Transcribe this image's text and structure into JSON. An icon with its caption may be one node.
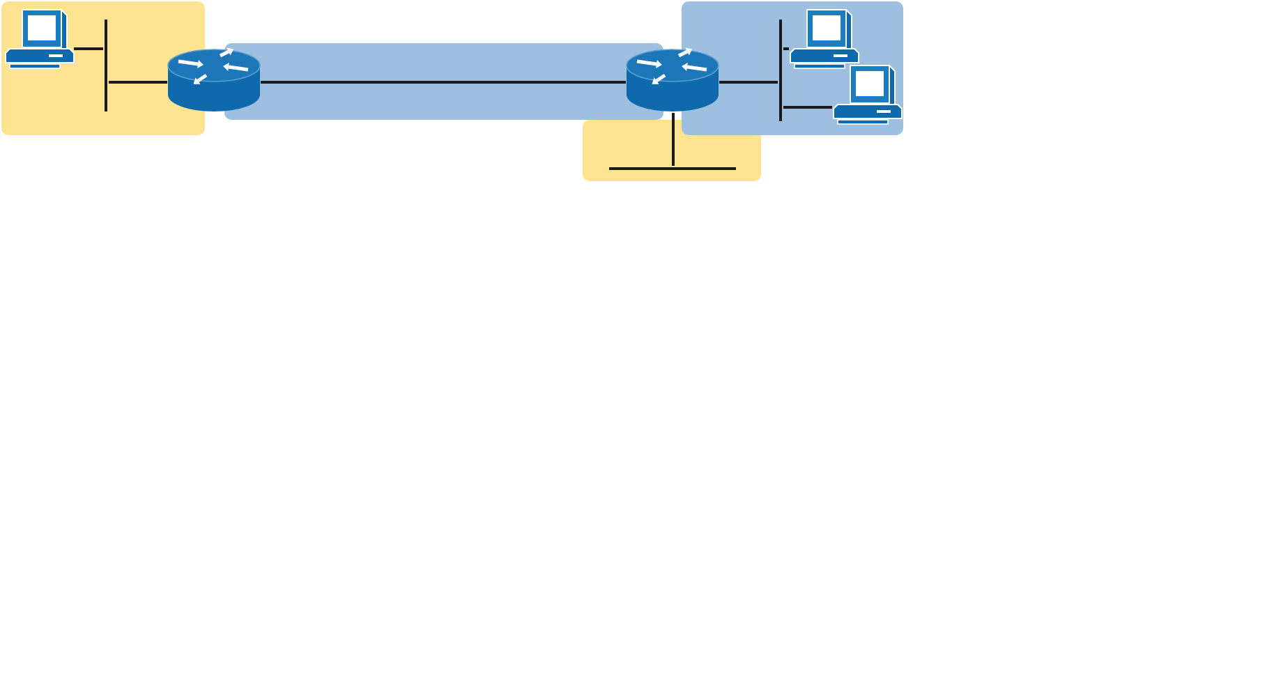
{
  "diagram": {
    "nodes": [
      {
        "text": [],
        "shape": "computer"
      },
      {
        "text": [],
        "shape": "bar"
      },
      {
        "text": [],
        "shape": "router"
      },
      {
        "text": [],
        "shape": "router"
      },
      {
        "text": [],
        "shape": "bar"
      },
      {
        "text": [],
        "shape": "bar"
      },
      {
        "text": [],
        "shape": "computer"
      },
      {
        "text": [],
        "shape": "computer"
      }
    ],
    "edges": [
      {
        "from": 0,
        "to": 1,
        "arrow": "none"
      },
      {
        "from": 1,
        "to": 2,
        "arrow": "none"
      },
      {
        "from": 2,
        "to": 3,
        "arrow": "none"
      },
      {
        "from": 3,
        "to": 4,
        "arrow": "none"
      },
      {
        "from": 3,
        "to": 5,
        "arrow": "none"
      },
      {
        "from": 5,
        "to": 6,
        "arrow": "none"
      },
      {
        "from": 5,
        "to": 7,
        "arrow": "none"
      }
    ]
  }
}
